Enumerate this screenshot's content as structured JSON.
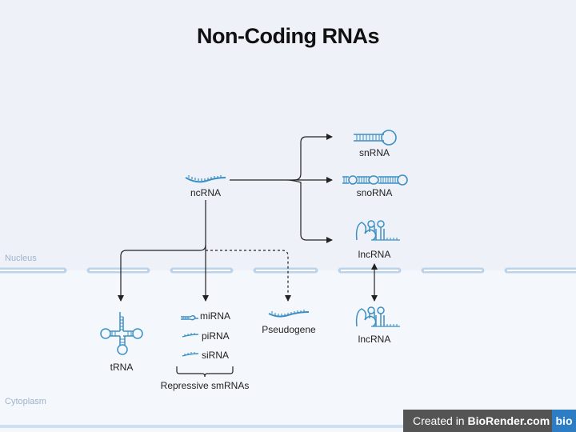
{
  "title": "Non-Coding RNAs",
  "regions": {
    "nucleus": "Nucleus",
    "cytoplasm": "Cytoplasm"
  },
  "nodes": {
    "ncrna": "ncRNA",
    "snrna": "snRNA",
    "snorna": "snoRNA",
    "lncrna_nucleus": "lncRNA",
    "lncrna_cytoplasm": "lncRNA",
    "trna": "tRNA",
    "mirna": "miRNA",
    "pirna": "piRNA",
    "sirna": "siRNA",
    "pseudogene": "Pseudogene",
    "repressive_group": "Repressive smRNAs"
  },
  "badge": {
    "prefix": "Created in ",
    "brand": "BioRender.com",
    "logo": "bio"
  },
  "colors": {
    "rna": "#3b8fc4",
    "arrow": "#222222",
    "membrane": "#bcd3ec"
  }
}
